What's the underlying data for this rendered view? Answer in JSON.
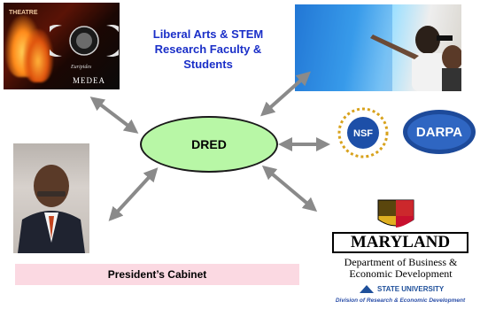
{
  "center": {
    "label": "DRED"
  },
  "top_caption": {
    "line1": "Liberal Arts & STEM",
    "line2": "Research Faculty &",
    "line3": "Students"
  },
  "cabinet": {
    "label": "President’s Cabinet"
  },
  "medea": {
    "theatre_text": "THEATRE",
    "author": "Euripides",
    "title": "MEDEA"
  },
  "logos": {
    "nsf": "NSF",
    "darpa": "DARPA"
  },
  "maryland": {
    "name": "MARYLAND",
    "dept_line1": "Department of Business &",
    "dept_line2": "Economic Development",
    "state_university": "STATE UNIVERSITY",
    "division": "Division of Research & Economic Development"
  },
  "colors": {
    "ellipse_fill": "#b8f7a6",
    "caption_blue": "#1a2fc8",
    "cabinet_pink": "#fbd9e2",
    "arrow_gray": "#8a8a8a"
  },
  "icons": [
    "double-arrow-icon"
  ]
}
